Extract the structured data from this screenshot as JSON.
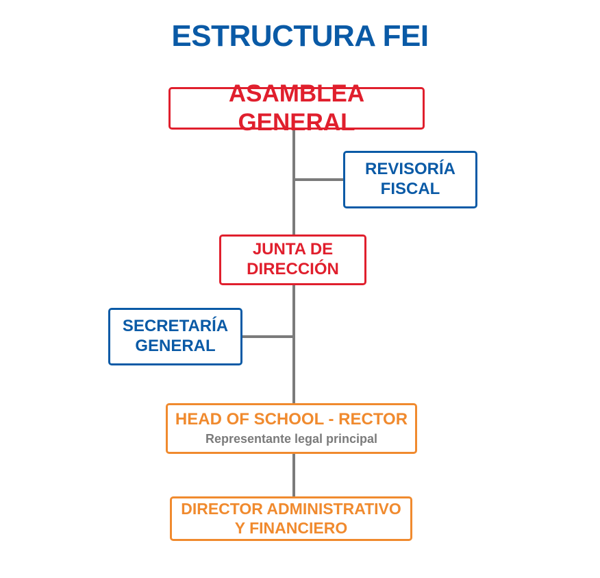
{
  "title": "ESTRUCTURA FEI",
  "nodes": {
    "asamblea": {
      "label": "ASAMBLEA GENERAL"
    },
    "revisoria": {
      "line1": "REVISORÍA",
      "line2": "FISCAL"
    },
    "junta": {
      "line1": "JUNTA DE",
      "line2": "DIRECCIÓN"
    },
    "secretaria": {
      "line1": "SECRETARÍA",
      "line2": "GENERAL"
    },
    "head": {
      "label": "HEAD OF SCHOOL - RECTOR",
      "subtitle": "Representante legal principal"
    },
    "director": {
      "line1": "DIRECTOR ADMINISTRATIVO",
      "line2": "Y FINANCIERO"
    }
  },
  "colors": {
    "title": "#0a5aa6",
    "red": "#e01f2d",
    "blue": "#0a5aa6",
    "orange": "#f08a2e",
    "connector": "#7b7b7b"
  }
}
